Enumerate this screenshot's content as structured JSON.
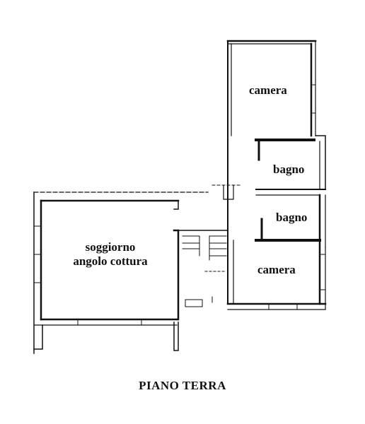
{
  "rooms": {
    "camera_top": "camera",
    "bagno_top": "bagno",
    "bagno_bottom": "bagno",
    "camera_bottom": "camera",
    "soggiorno_line1": "soggiorno",
    "soggiorno_line2": "angolo cottura"
  },
  "title": "PIANO TERRA",
  "colors": {
    "wall": "#111111",
    "background": "#ffffff"
  }
}
